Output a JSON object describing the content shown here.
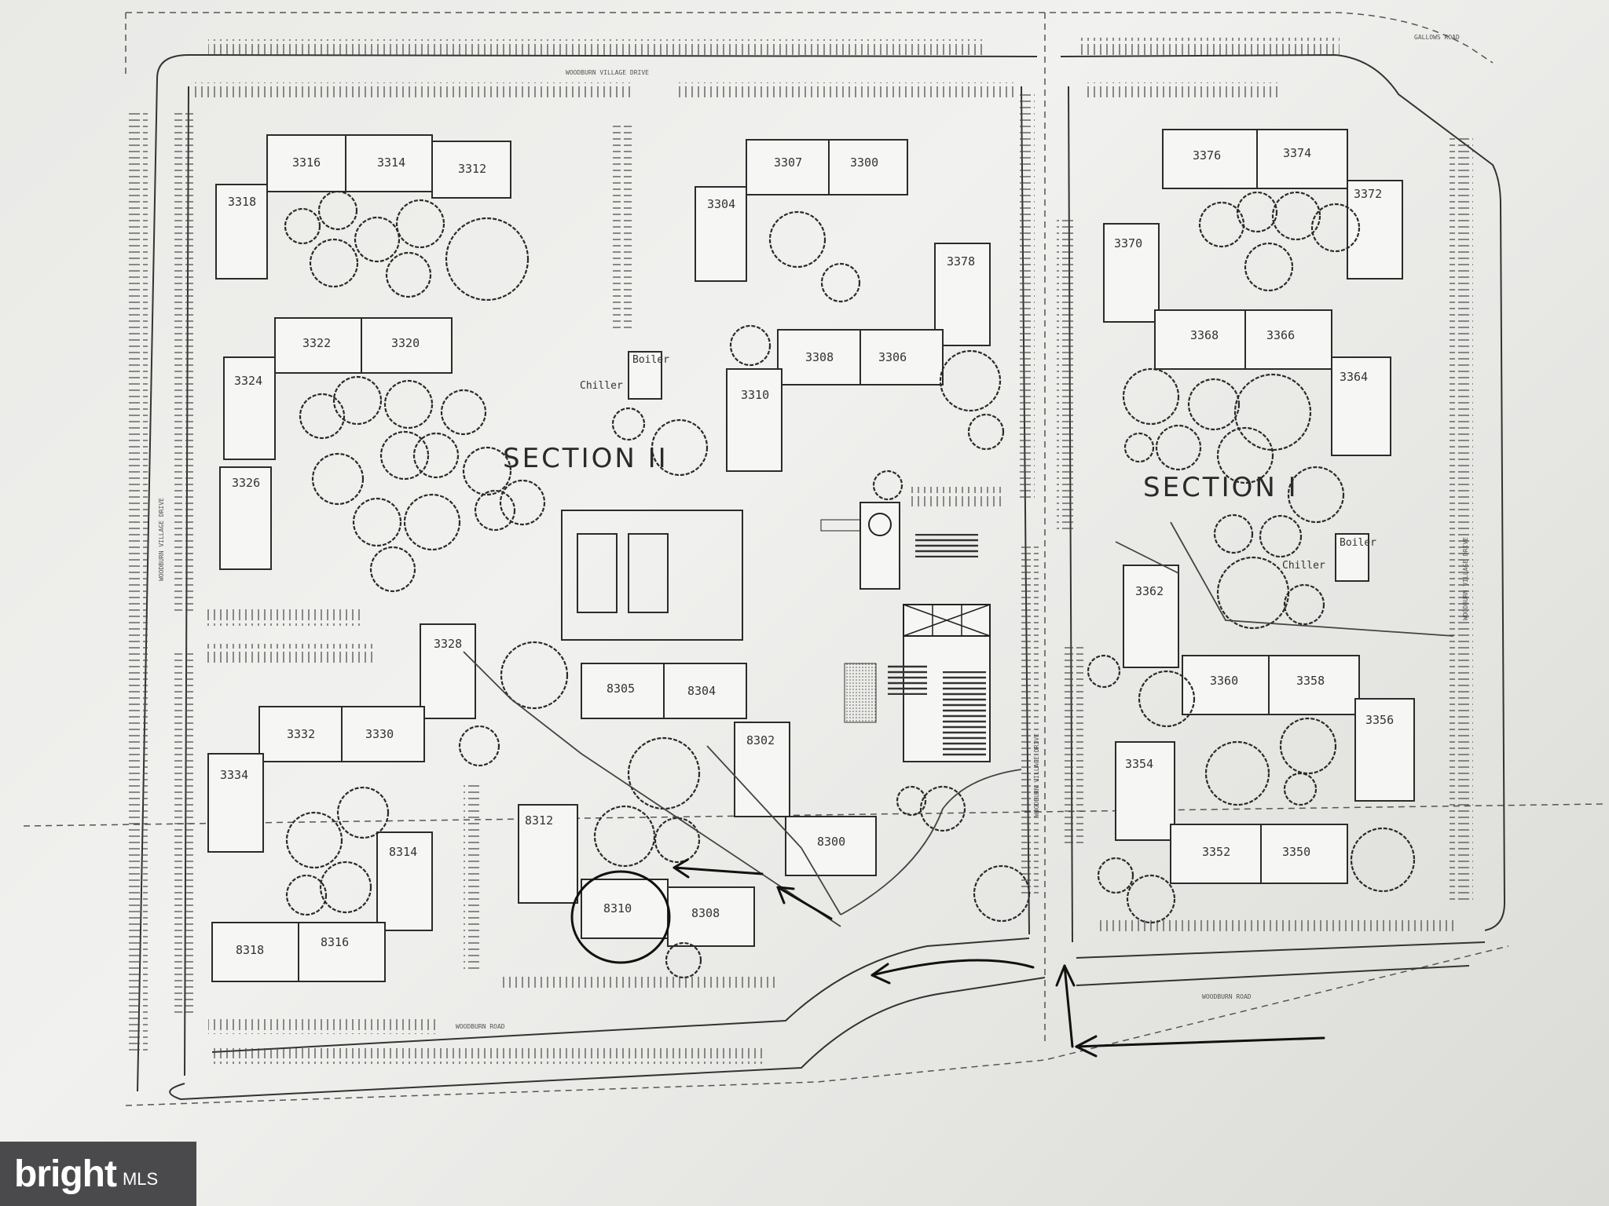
{
  "map": {
    "section_2_label": "SECTION II",
    "section_1_label": "SECTION I",
    "buildings": [
      {
        "id": "b3316a",
        "label": "3316"
      },
      {
        "id": "b3314a",
        "label": "3314"
      },
      {
        "id": "b3312a",
        "label": "3312"
      },
      {
        "id": "b3318a",
        "label": "3318"
      },
      {
        "id": "b3307",
        "label": "3307"
      },
      {
        "id": "b3300",
        "label": "3300"
      },
      {
        "id": "b3304",
        "label": "3304"
      },
      {
        "id": "b3378",
        "label": "3378"
      },
      {
        "id": "b3322",
        "label": "3322"
      },
      {
        "id": "b3320",
        "label": "3320"
      },
      {
        "id": "b3324",
        "label": "3324"
      },
      {
        "id": "b3326",
        "label": "3326"
      },
      {
        "id": "b3308",
        "label": "3308"
      },
      {
        "id": "b3306",
        "label": "3306"
      },
      {
        "id": "b3310",
        "label": "3310"
      },
      {
        "id": "b3376",
        "label": "3376"
      },
      {
        "id": "b3374",
        "label": "3374"
      },
      {
        "id": "b3372",
        "label": "3372"
      },
      {
        "id": "b3370",
        "label": "3370"
      },
      {
        "id": "b3368",
        "label": "3368"
      },
      {
        "id": "b3366",
        "label": "3366"
      },
      {
        "id": "b3364",
        "label": "3364"
      },
      {
        "id": "b3362",
        "label": "3362"
      },
      {
        "id": "b3360",
        "label": "3360"
      },
      {
        "id": "b3358",
        "label": "3358"
      },
      {
        "id": "b3356",
        "label": "3356"
      },
      {
        "id": "b3354",
        "label": "3354"
      },
      {
        "id": "b3352",
        "label": "3352"
      },
      {
        "id": "b3350",
        "label": "3350"
      },
      {
        "id": "b3328",
        "label": "3328"
      },
      {
        "id": "b8305",
        "label": "8305"
      },
      {
        "id": "b8304",
        "label": "8304"
      },
      {
        "id": "b8302",
        "label": "8302"
      },
      {
        "id": "b3332",
        "label": "3332"
      },
      {
        "id": "b3330",
        "label": "3330"
      },
      {
        "id": "b3334",
        "label": "3334"
      },
      {
        "id": "b8312",
        "label": "8312"
      },
      {
        "id": "b8314",
        "label": "8314"
      },
      {
        "id": "b8300",
        "label": "8300"
      },
      {
        "id": "b8310",
        "label": "8310"
      },
      {
        "id": "b8308",
        "label": "8308"
      },
      {
        "id": "b8318",
        "label": "8318"
      },
      {
        "id": "b8316",
        "label": "8316"
      }
    ],
    "utility_labels": {
      "boiler_1": "Boiler",
      "chiller_1": "Chiller",
      "boiler_2": "Boiler",
      "chiller_2": "Chiller"
    },
    "road_labels": {
      "top": "WOODBURN VILLAGE DRIVE",
      "left": "WOODBURN VILLAGE DRIVE",
      "right": "WOODBURN VILLAGE DRIVE",
      "bottom_right": "WOODBURN ROAD",
      "bottom_left": "WOODBURN ROAD",
      "center": "WOODBURN VILLAGE DRIVE",
      "top_right": "GALLOWS ROAD"
    },
    "highlighted_building": "8310"
  },
  "watermark": {
    "brand": "bright",
    "suffix": "MLS"
  }
}
